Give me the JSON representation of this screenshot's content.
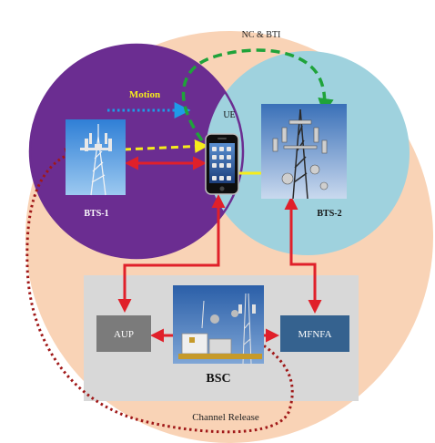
{
  "labels": {
    "nc_bti": "NC & BTI",
    "motion": "Motion",
    "ue": "UE",
    "bts1": "BTS-1",
    "bts2": "BTS-2",
    "aup": "AUP",
    "mfnfa": "MFNFA",
    "bsc": "BSC",
    "channel_release": "Channel Release"
  },
  "colors": {
    "outer_region": "#f9d3b6",
    "bts1_cell": "#6b2d91",
    "bts2_cell": "#9fd2de",
    "controller_panel": "#d8d8d8",
    "aup_box": "#7b7b7b",
    "mfnfa_box": "#35628f",
    "link_red": "#e0202a",
    "handover_green": "#1fa33a",
    "motion_blue": "#1e9be8",
    "signal_yellow": "#f6ec1c",
    "release_dotted": "#a01818",
    "motion_text": "#f6ec1c"
  }
}
